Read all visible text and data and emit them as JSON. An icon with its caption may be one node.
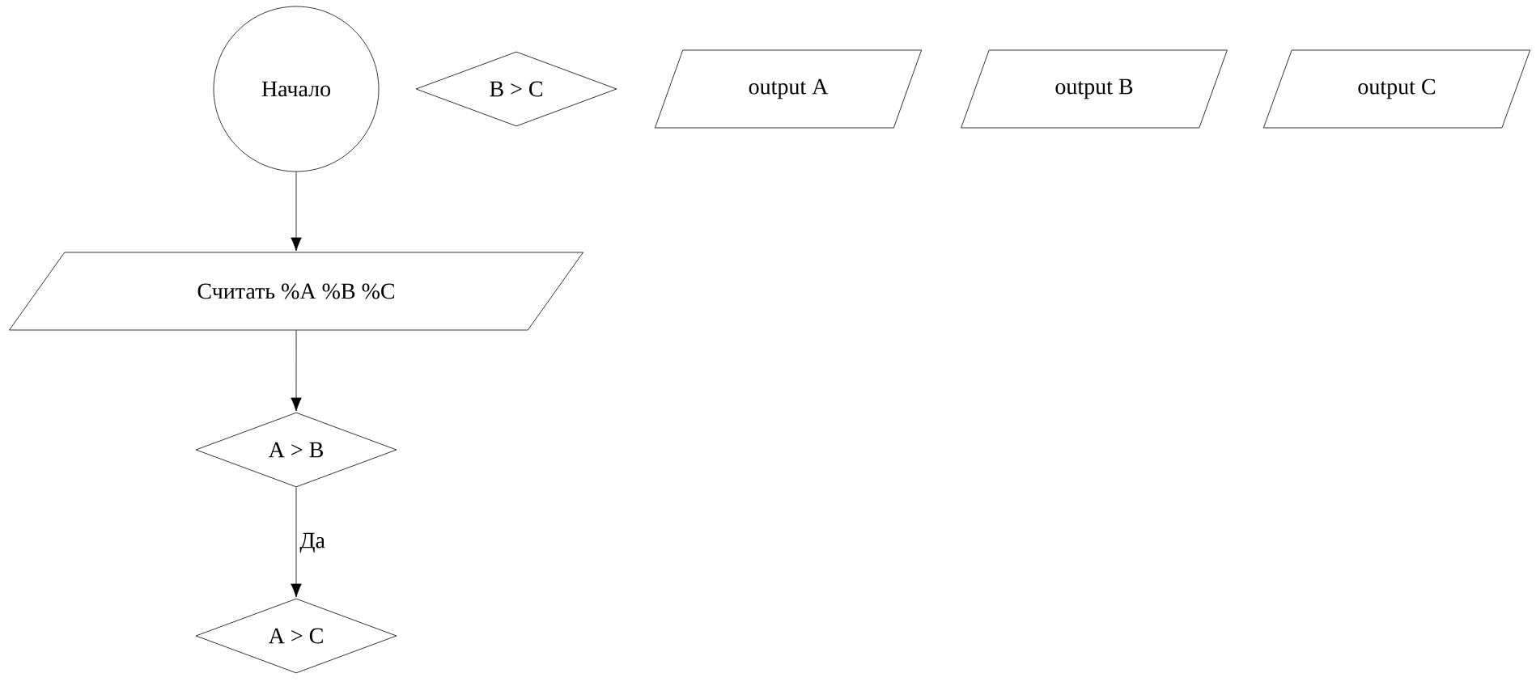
{
  "diagram": {
    "nodes": [
      {
        "text": [
          "Начало"
        ]
      },
      {
        "text": [
          "B > C"
        ]
      },
      {
        "text": [
          "output A"
        ]
      },
      {
        "text": [
          "output B"
        ]
      },
      {
        "text": [
          "output C"
        ]
      },
      {
        "text": [
          "Считать %A %B %C"
        ]
      },
      {
        "text": [
          "A > B"
        ]
      },
      {
        "text": [
          "A > C"
        ]
      }
    ],
    "edges": [
      {
        "from": 0,
        "to": 5,
        "arrow": "to"
      },
      {
        "from": 5,
        "to": 6,
        "arrow": "to"
      },
      {
        "from": 6,
        "to": 7,
        "arrow": "to",
        "label": "Да"
      }
    ]
  }
}
